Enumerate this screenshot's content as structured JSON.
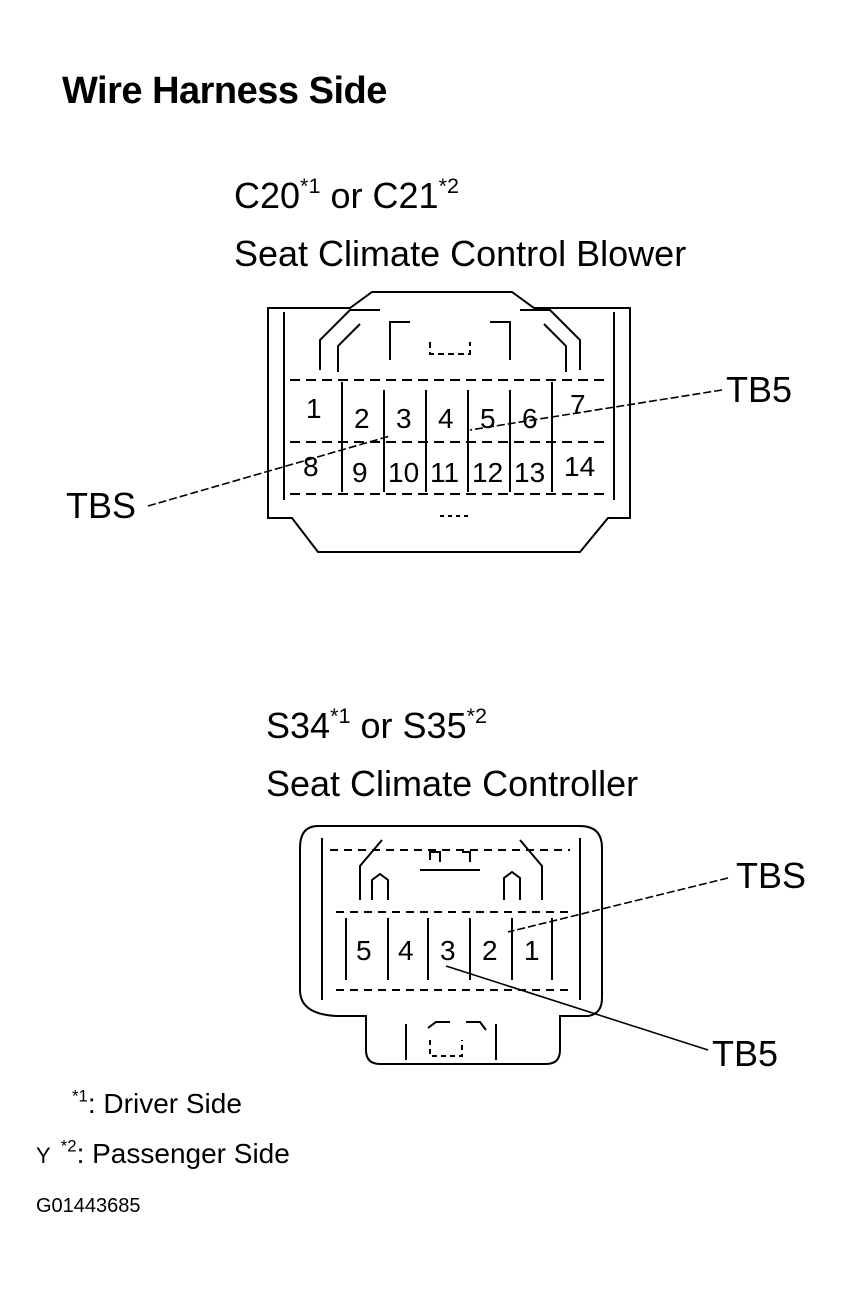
{
  "heading": "Wire Harness Side",
  "connectors": [
    {
      "id_1": "C20",
      "mark_1": "*1",
      "or": "or",
      "id_2": "C21",
      "mark_2": "*2",
      "name": "Seat Climate Control Blower",
      "pins_row1": [
        "1",
        "2",
        "3",
        "4",
        "5",
        "6",
        "7"
      ],
      "pins_row2": [
        "8",
        "9",
        "10",
        "11",
        "12",
        "13",
        "14"
      ],
      "wire_label_right": "TB5",
      "wire_label_left": "TBS"
    },
    {
      "id_1": "S34",
      "mark_1": "*1",
      "or": "or",
      "id_2": "S35",
      "mark_2": "*2",
      "name": "Seat Climate Controller",
      "pins": [
        "5",
        "4",
        "3",
        "2",
        "1"
      ],
      "wire_label_top": "TBS",
      "wire_label_bottom": "TB5"
    }
  ],
  "legend": [
    {
      "prefix": "",
      "mark": "*1",
      "text": ": Driver Side"
    },
    {
      "prefix": "Y",
      "mark": "*2",
      "text": ": Passenger Side"
    }
  ],
  "figure_code": "G01443685"
}
